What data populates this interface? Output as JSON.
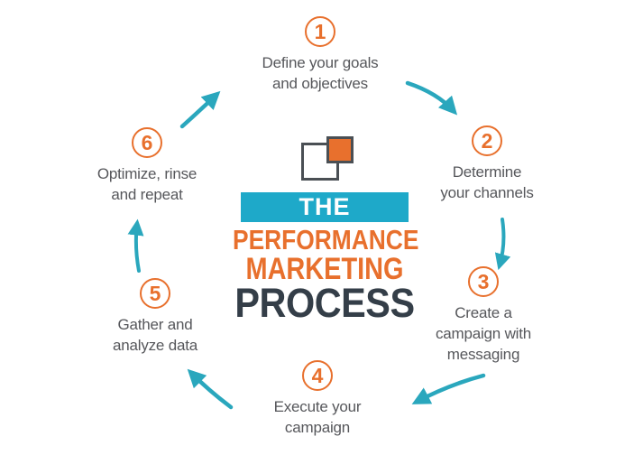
{
  "diagram": {
    "name": "The Performance Marketing Process",
    "center": {
      "logo_icon": "overlapping-squares-icon",
      "banner_text": "THE",
      "title_line1": "PERFORMANCE",
      "title_line2": "MARKETING",
      "title_line3": "PROCESS"
    },
    "steps": [
      {
        "number": "1",
        "label": "Define your goals\nand objectives"
      },
      {
        "number": "2",
        "label": "Determine\nyour channels"
      },
      {
        "number": "3",
        "label": "Create a\ncampaign with\nmessaging"
      },
      {
        "number": "4",
        "label": "Execute your\ncampaign"
      },
      {
        "number": "5",
        "label": "Gather and\nanalyze data"
      },
      {
        "number": "6",
        "label": "Optimize, rinse\nand repeat"
      }
    ],
    "arrows": [
      {
        "icon": "flow-arrow-icon",
        "from": "1",
        "to": "2"
      },
      {
        "icon": "flow-arrow-icon",
        "from": "2",
        "to": "3"
      },
      {
        "icon": "flow-arrow-icon",
        "from": "3",
        "to": "4"
      },
      {
        "icon": "flow-arrow-icon",
        "from": "4",
        "to": "5"
      },
      {
        "icon": "flow-arrow-icon",
        "from": "5",
        "to": "6"
      },
      {
        "icon": "flow-arrow-icon",
        "from": "6",
        "to": "1"
      }
    ],
    "colors": {
      "orange": "#E8702D",
      "teal": "#1EA9C9",
      "arrow_teal": "#2AA7BD",
      "navy": "#343E48",
      "step_text": "#56575B",
      "logo_border": "#4A4F54",
      "background": "#FFFFFF"
    }
  }
}
